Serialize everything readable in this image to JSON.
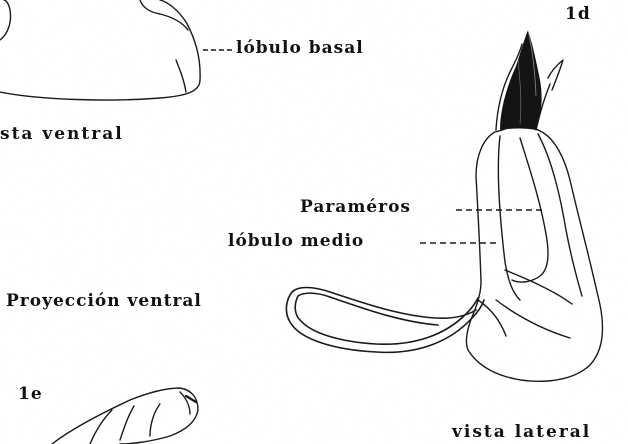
{
  "figure_labels": {
    "d": "1d",
    "e": "1e"
  },
  "labels": {
    "lobulo_basal": "lóbulo basal",
    "vista_ventral": "sta ventral",
    "parameros": "Paraméros",
    "lobulo_medio": "lóbulo medio",
    "proyeccion_ventral": "Proyección ventral",
    "vista_lateral": "vista lateral"
  },
  "colors": {
    "ink": "#111111",
    "paper": "#ffffff"
  }
}
